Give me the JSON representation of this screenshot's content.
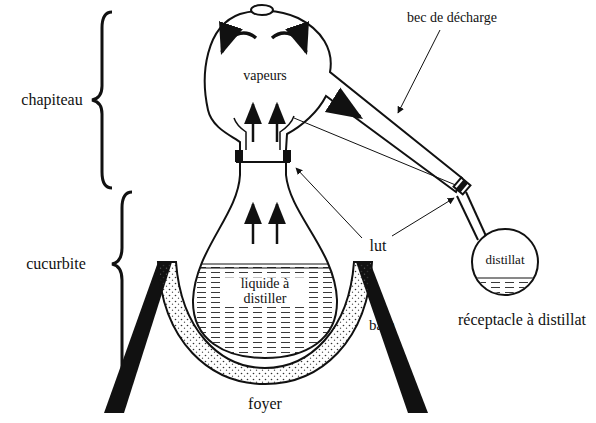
{
  "diagram": {
    "labels": [
      "bec de décharge",
      "chapiteau",
      "vapeurs",
      "cucurbite",
      "liquide à distiller",
      "lut",
      "distillat",
      "réceptacle à distillat",
      "bain",
      "foyer"
    ]
  }
}
